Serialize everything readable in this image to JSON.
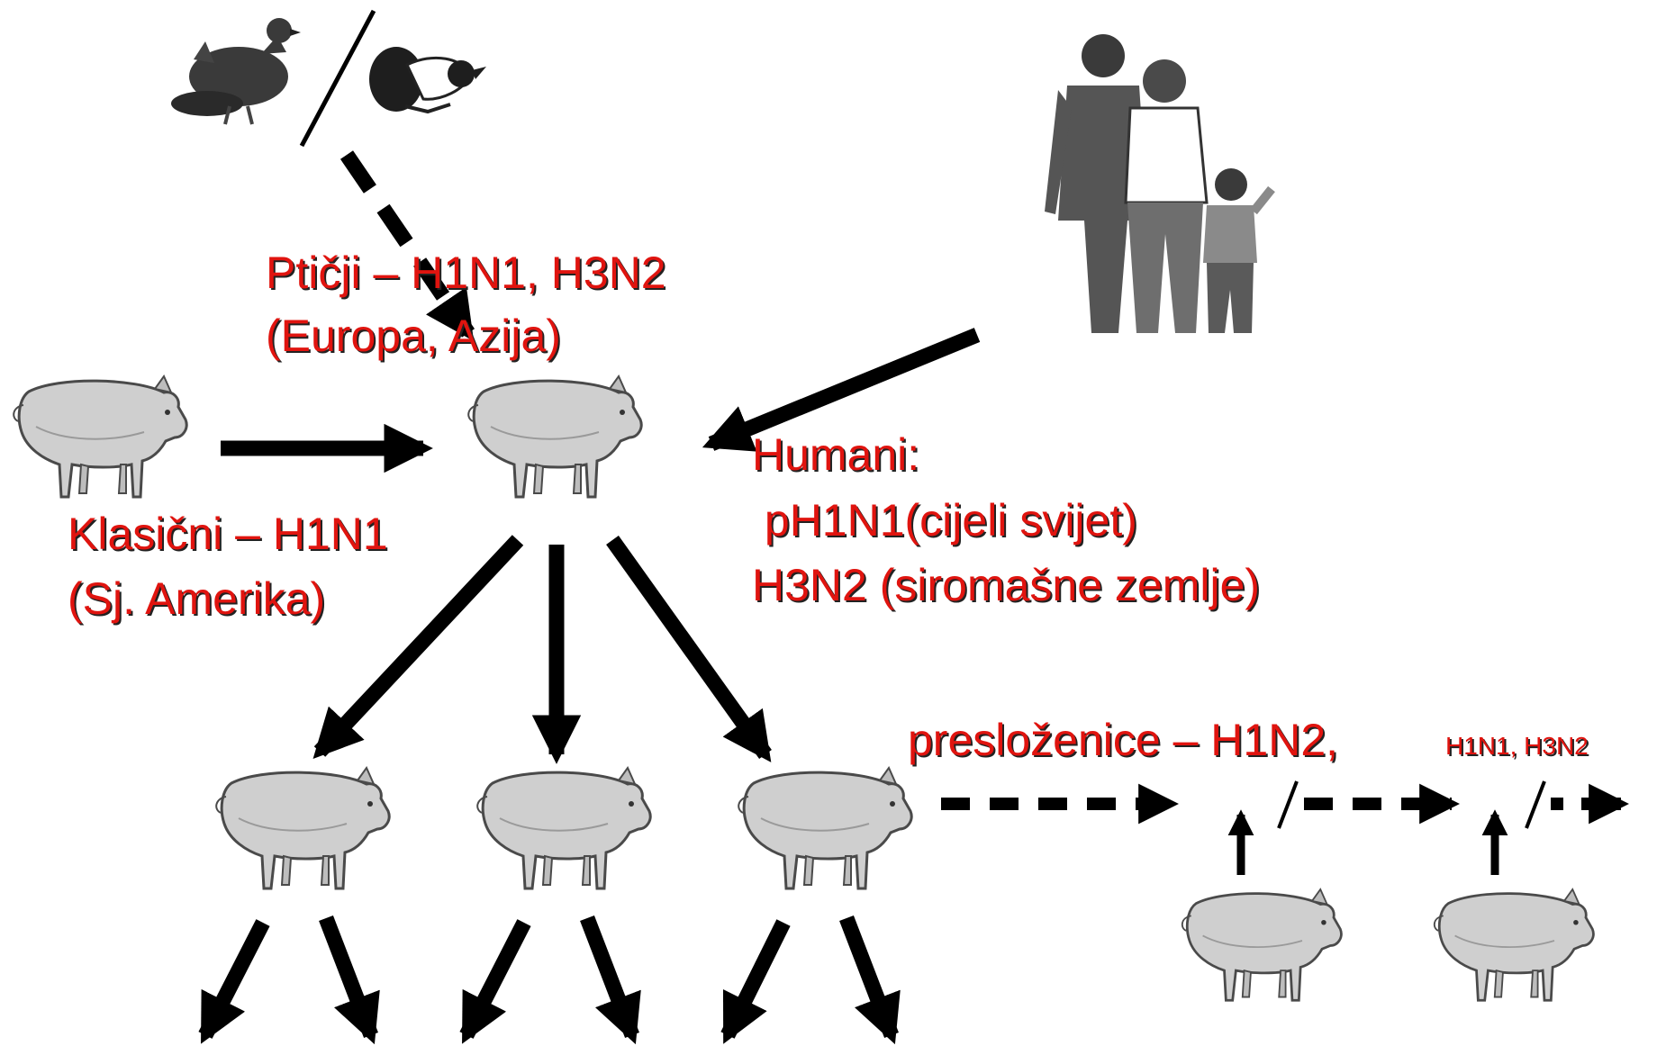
{
  "colors": {
    "label_text": "#e0140f",
    "label_shadow": "#222222",
    "arrow": "#000000",
    "animal_fill": "#cfcfcf",
    "person_fill": "#6a6a6a"
  },
  "icons": {
    "hen": "hen-icon",
    "duck": "duck-icon",
    "family": "family-icon",
    "pig": "pig-icon"
  },
  "labels": {
    "avian_line1": "Ptičji – H1N1, H3N2",
    "avian_line2": "(Europa, Azija)",
    "classic_line1": "Klasični – H1N1",
    "classic_line2": "(Sj. Amerika)",
    "human_line1": "Humani:",
    "human_line2": " pH1N1(cijeli svijet)",
    "human_line3": "H3N2 (siromašne zemlje)",
    "reassortant_main": "presloženice – H1N2,",
    "reassortant_small": "H1N1, H3N2"
  }
}
